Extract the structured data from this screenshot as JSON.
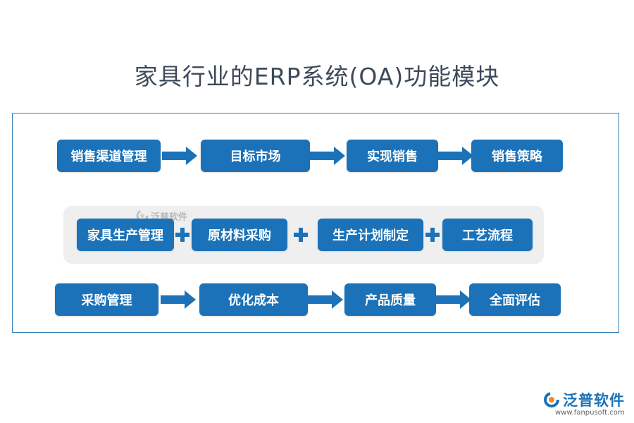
{
  "title": "家具行业的ERP系统(OA)功能模块",
  "rows": [
    {
      "connector": "arrow",
      "nodes": [
        "销售渠道管理",
        "目标市场",
        "实现销售",
        "销售策略"
      ]
    },
    {
      "connector": "plus",
      "nodes": [
        "家具生产管理",
        "原材料采购",
        "生产计划制定",
        "工艺流程"
      ]
    },
    {
      "connector": "arrow",
      "nodes": [
        "采购管理",
        "优化成本",
        "产品质量",
        "全面评估"
      ]
    }
  ],
  "watermark": "泛普软件",
  "logo": {
    "name": "泛普软件",
    "url": "www.fanpusoft.com"
  },
  "colors": {
    "node": "#1b72b8",
    "frame": "#2e7fb8",
    "band": "#efefef",
    "title": "#3d4a5a"
  }
}
